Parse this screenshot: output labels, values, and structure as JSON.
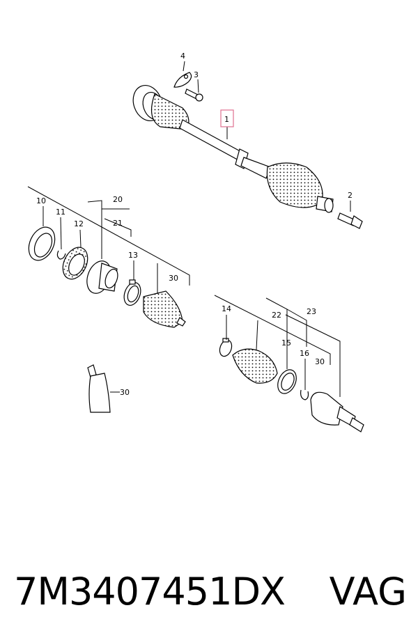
{
  "diagram": {
    "labels": {
      "l1": "1",
      "l2": "2",
      "l3": "3",
      "l4": "4",
      "l10": "10",
      "l11": "11",
      "l12": "12",
      "l13": "13",
      "l14": "14",
      "l15": "15",
      "l16": "16",
      "l20": "20",
      "l21": "21",
      "l22": "22",
      "l23": "23",
      "l30a": "30",
      "l30b": "30",
      "l30c": "30"
    },
    "highlight_color": "#e07090"
  },
  "footer": {
    "part_number": "7M3407451DX",
    "brand": "VAG"
  }
}
